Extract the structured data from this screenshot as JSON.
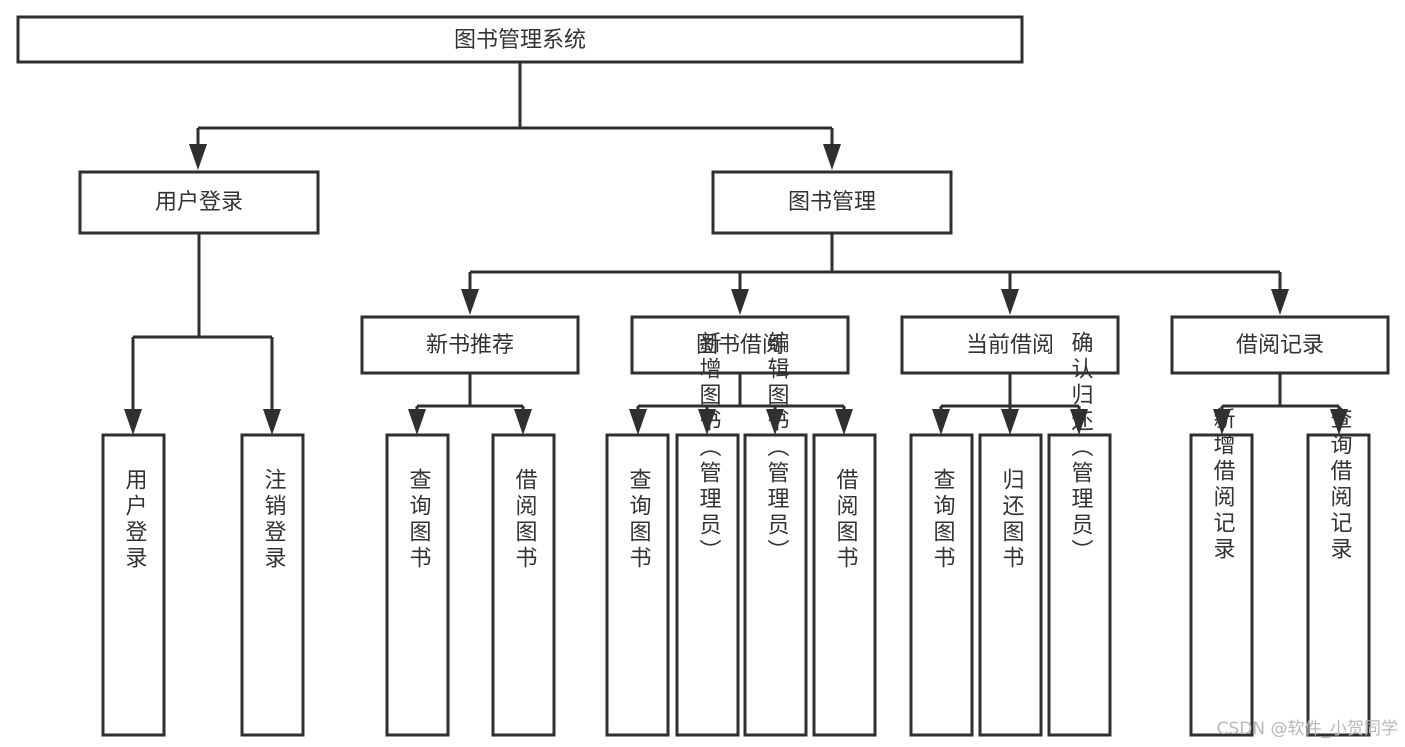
{
  "diagram": {
    "title": "图书管理系统",
    "type": "tree-hierarchy-diagram",
    "colors": {
      "stroke": "#2f2f2f",
      "box_fill": "#ffffff",
      "text": "#333333",
      "background": "#ffffff",
      "watermark": "#b9b9b9"
    },
    "root": {
      "label": "图书管理系统"
    },
    "level2": [
      {
        "label": "用户登录"
      },
      {
        "label": "图书管理"
      }
    ],
    "level3": [
      {
        "label": "新书推荐"
      },
      {
        "label": "图书借阅"
      },
      {
        "label": "当前借阅"
      },
      {
        "label": "借阅记录"
      }
    ],
    "leaves": {
      "user_login": [
        {
          "label": "用户登录"
        },
        {
          "label": "注销登录"
        }
      ],
      "new_book_recommend": [
        {
          "label": "查询图书"
        },
        {
          "label": "借阅图书"
        }
      ],
      "book_borrow": [
        {
          "label": "查询图书"
        },
        {
          "label": "新增图书（管理员）"
        },
        {
          "label": "编辑图书（管理员）"
        },
        {
          "label": "借阅图书"
        }
      ],
      "current_borrow": [
        {
          "label": "查询图书"
        },
        {
          "label": "归还图书"
        },
        {
          "label": "确认归还（管理员）"
        }
      ],
      "borrow_record": [
        {
          "label": "新增借阅记录"
        },
        {
          "label": "查询借阅记录"
        }
      ]
    }
  },
  "watermark": {
    "text": "CSDN @软件_小贺同学"
  }
}
